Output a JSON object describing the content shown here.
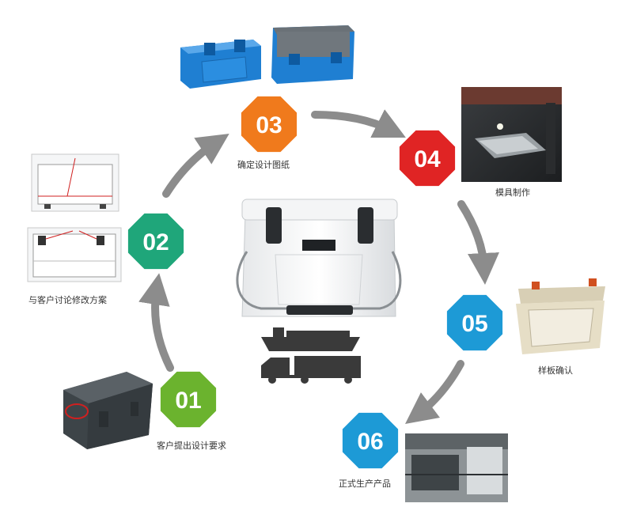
{
  "steps": [
    {
      "number": "01",
      "caption": "客户提出设计要求",
      "color": "#6bb32e"
    },
    {
      "number": "02",
      "caption": "与客户讨论修改方案",
      "color": "#1fa67a"
    },
    {
      "number": "03",
      "caption": "确定设计图纸",
      "color": "#f07a1c"
    },
    {
      "number": "04",
      "caption": "模具制作",
      "color": "#e02424"
    },
    {
      "number": "05",
      "caption": "样板确认",
      "color": "#1d9ad6"
    },
    {
      "number": "06",
      "caption": "正式生产产品",
      "color": "#1d9ad6"
    }
  ],
  "arrow_color": "#8c8c8c",
  "icons": {
    "center": "white-cooler-box-image",
    "transport": [
      "cargo-ship-icon",
      "truck-icon"
    ]
  }
}
